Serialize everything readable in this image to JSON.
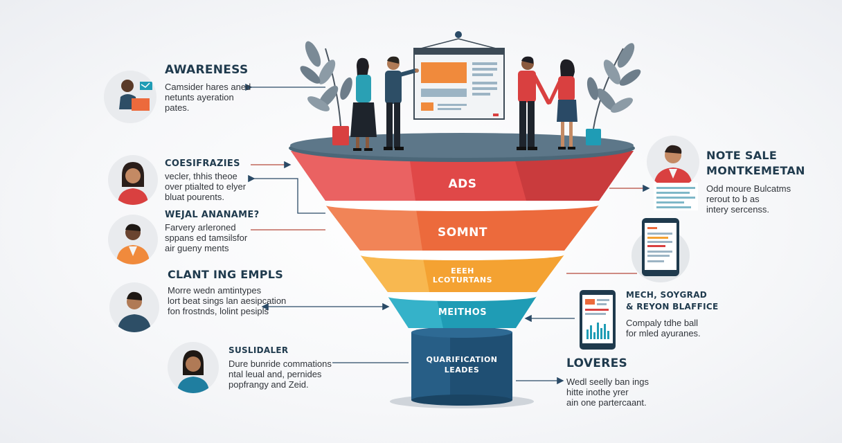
{
  "funnel": {
    "stages": [
      {
        "label": "ADS",
        "color": "#e04848"
      },
      {
        "label": "SOMNT",
        "color": "#ec6a3c"
      },
      {
        "label": "EEEH LCOTURTANS",
        "line1": "EEEH",
        "line2": "LCOTURTANS",
        "color": "#f4a232"
      },
      {
        "label": "MEITHOS",
        "color": "#1f9cb5"
      },
      {
        "label": "QUARIFICATION LEADES",
        "line1": "QUARIFICATION",
        "line2": "LEADES",
        "color": "#1f4f73"
      }
    ]
  },
  "left": [
    {
      "title": "AWARENESS",
      "lines": [
        "Camsider hares aned",
        "netunts ayeration",
        "pates."
      ]
    },
    {
      "title": "COESIFRAZIES",
      "lines": [
        "vecler, thhis theoe",
        "over ptialted to elyer",
        "bluat pourents."
      ]
    },
    {
      "title": "WEJAL ANANAME?",
      "lines": [
        "Farvery arleroned",
        "sppans ed tamsilsfor",
        "air gueny ments"
      ]
    },
    {
      "title": "CLANT ING EMPLS",
      "lines": [
        "Morre wedn amtintypes",
        "lort beat sings lan aesipcation",
        "fon frostnds, lolint pesipls"
      ]
    },
    {
      "title": "SUSLIDALER",
      "lines": [
        "Dure bunride commations",
        "ntal leual and, pernides",
        "popfrangy and Zeid."
      ]
    }
  ],
  "right": [
    {
      "title_lines": [
        "NOTE SALE",
        "MONTKEMETAN"
      ],
      "lines": [
        "Odd moure Bulcatms",
        "rerout to b as",
        "intery sercenss."
      ]
    },
    {
      "title_lines": [
        "MECH, SOYGRAD",
        "& REYON BLAFFICE"
      ],
      "lines": [
        "Compaly tdhe ball",
        "for mled ayuranes."
      ]
    },
    {
      "title_lines": [
        "LOVERES"
      ],
      "lines": [
        "Wedl seelly ban ings",
        "hitte inothe yrer",
        "ain one partercaant."
      ]
    }
  ],
  "colors": {
    "navy": "#1f3a4d",
    "red": "#e04848",
    "orange": "#ec6a3c",
    "amber": "#f4a232",
    "teal": "#1f9cb5",
    "dark_blue": "#1f4f73"
  }
}
